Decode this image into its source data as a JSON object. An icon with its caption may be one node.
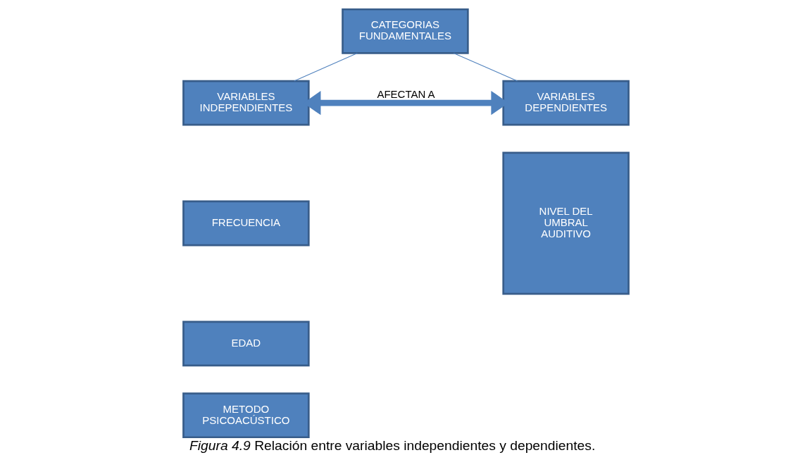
{
  "diagram": {
    "caption": "*Figura 4.9* Relación entre variables independientes y dependientes.",
    "nodes": [
      {
        "text": [
          "CATEGORIAS FUNDAMENTALES"
        ]
      },
      {
        "text": [
          "VARIABLES INDEPENDIENTES"
        ]
      },
      {
        "text": [
          "VARIABLES DEPENDIENTES"
        ]
      },
      {
        "text": [
          "FRECUENCIA"
        ]
      },
      {
        "text": [
          "EDAD"
        ]
      },
      {
        "text": [
          "METODO PSICOACÚSTICO"
        ]
      },
      {
        "text": [
          "NIVEL DEL UMBRAL AUDITIVO"
        ]
      }
    ],
    "edges": [
      {
        "from": 0,
        "to": 1,
        "arrow": "none"
      },
      {
        "from": 0,
        "to": 2,
        "arrow": "none"
      },
      {
        "from": 1,
        "to": 2,
        "arrow": "both",
        "label": "AFECTAN A",
        "style": "thick"
      }
    ]
  }
}
